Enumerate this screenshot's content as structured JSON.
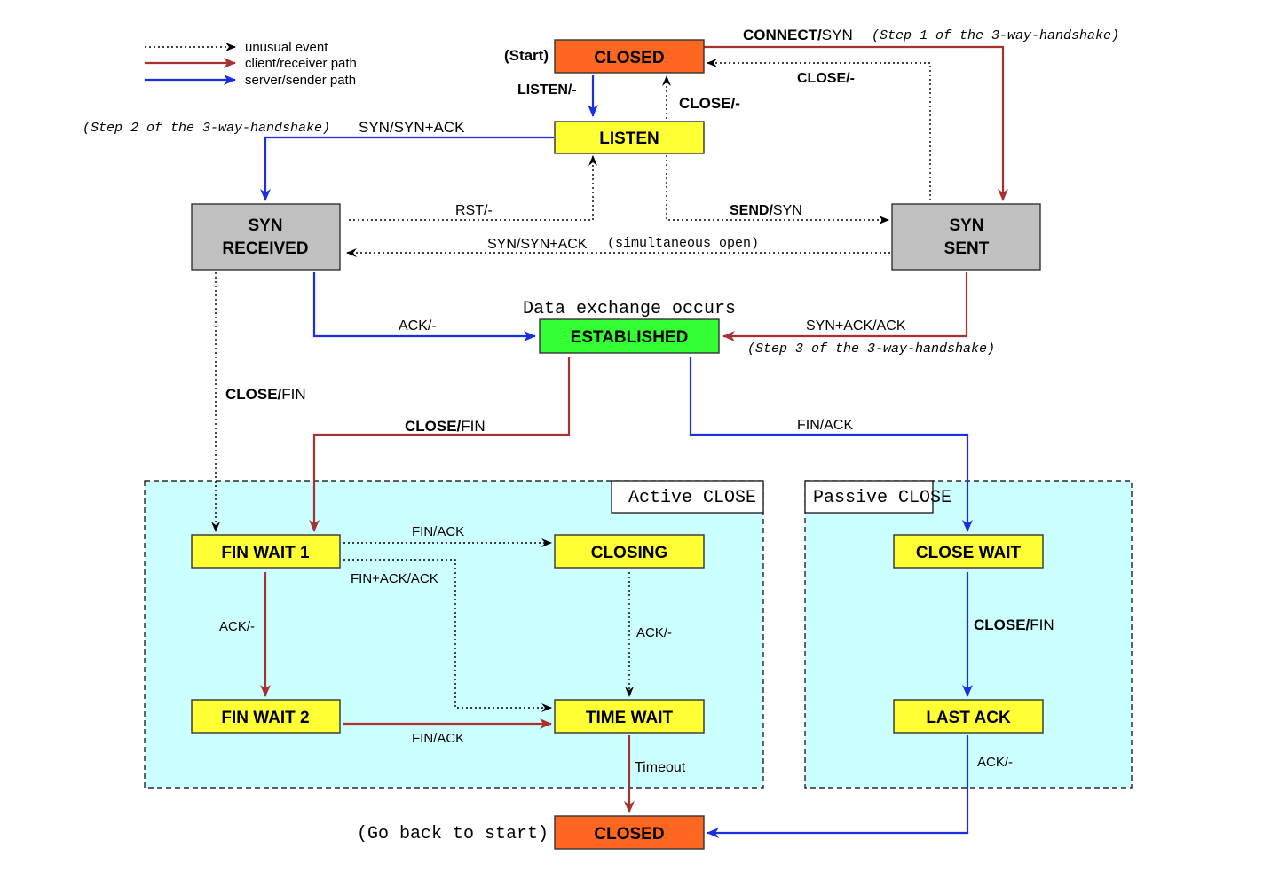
{
  "colors": {
    "closed": "#ff6620",
    "listen_wait": "#ffff33",
    "syn": "#c0c0c0",
    "established": "#33ff33",
    "region": "#ccffff",
    "red_path": "#a83232",
    "blue_path": "#1a2ee6"
  },
  "legend": {
    "unusual": "unusual event",
    "client": "client/receiver path",
    "server": "server/sender path"
  },
  "states": {
    "closed_top": "CLOSED",
    "listen": "LISTEN",
    "syn_received_1": "SYN",
    "syn_received_2": "RECEIVED",
    "syn_sent_1": "SYN",
    "syn_sent_2": "SENT",
    "established": "ESTABLISHED",
    "fin_wait_1": "FIN WAIT 1",
    "closing": "CLOSING",
    "fin_wait_2": "FIN WAIT 2",
    "time_wait": "TIME WAIT",
    "close_wait": "CLOSE WAIT",
    "last_ack": "LAST ACK",
    "closed_bottom": "CLOSED"
  },
  "regions": {
    "active": "Active CLOSE",
    "passive": "Passive CLOSE"
  },
  "annotations": {
    "start": "(Start)",
    "go_back": "(Go back to start)",
    "data_exchange": "Data exchange occurs",
    "step1": "(Step 1 of the 3-way-handshake)",
    "step2": "(Step 2 of the 3-way-handshake)",
    "step3": "(Step 3 of the 3-way-handshake)",
    "simultaneous": "(simultaneous open)"
  },
  "edges": {
    "connect_bold": "CONNECT/",
    "connect_rest": "SYN",
    "close_top": "CLOSE/-",
    "listen": "LISTEN/-",
    "close_listen": "CLOSE/-",
    "syn_synack": "SYN/SYN+ACK",
    "rst": "RST/-",
    "send_bold": "SEND/",
    "send_rest": "SYN",
    "syn_synack_simul": "SYN/SYN+ACK",
    "ack_established": "ACK/-",
    "synack_ack": "SYN+ACK/ACK",
    "close_fin_synrcvd_bold": "CLOSE/",
    "close_fin_synrcvd_rest": "FIN",
    "close_fin_est_bold": "CLOSE/",
    "close_fin_est_rest": "FIN",
    "fin_ack_passive": "FIN/ACK",
    "fin_ack_closing": "FIN/ACK",
    "fin_ack_ack": "FIN+ACK/ACK",
    "ack_finwait2": "ACK/-",
    "ack_timewait": "ACK/-",
    "fin_ack_timewait": "FIN/ACK",
    "timeout": "Timeout",
    "close_fin_closewait_bold": "CLOSE/",
    "close_fin_closewait_rest": "FIN",
    "ack_lastack": "ACK/-"
  }
}
